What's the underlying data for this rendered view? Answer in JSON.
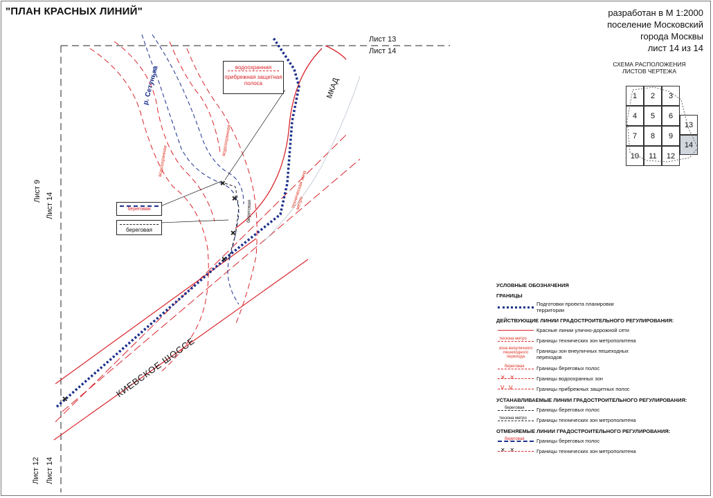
{
  "header": {
    "title": "\"ПЛАН КРАСНЫХ ЛИНИЙ\"",
    "scale_lines": [
      "разработан в М 1:2000",
      "поселение Московский",
      "города Москвы",
      "лист 14 из 14"
    ]
  },
  "sheet_scheme": {
    "title_lines": [
      "СХЕМА РАСПОЛОЖЕНИЯ",
      "ЛИСТОВ ЧЕРТЕЖА"
    ],
    "cells": [
      "1",
      "2",
      "3",
      "4",
      "5",
      "6",
      "7",
      "8",
      "9",
      "10",
      "11",
      "12",
      "13",
      "14"
    ]
  },
  "map_labels": {
    "sheet13": "Лист 13",
    "sheet14_top": "Лист 14",
    "sheet9": "Лист 9",
    "sheet14_left": "Лист 14",
    "sheet12": "Лист 12",
    "sheet14_bottom": "Лист 14",
    "river": "р. Сетунька",
    "mkad": "МКАД",
    "highway": "КИЕВСКОЕ ШОССЕ",
    "water_label_1": "водоохранная",
    "water_label_2": "водоохранная",
    "coast_label": "береговая",
    "metro_label": "техническая зона метро"
  },
  "callouts": {
    "water_zone_top": "водоохранная",
    "water_zone_bottom": "прибрежная защитная полоса",
    "coast_cancelled": "береговая",
    "coast_new": "береговая"
  },
  "legend": {
    "title": "УСЛОВНЫЕ ОБОЗНАЧЕНИЯ",
    "boundaries_head": "ГРАНИЦЫ",
    "boundary_item": "Подготовки проекта планировки территории",
    "existing_head": "ДЕЙСТВУЮЩИЕ ЛИНИИ ГРАДОСТРОИТЕЛЬНОГО РЕГУЛИРОВАНИЯ:",
    "existing_items": [
      {
        "sym": "",
        "text": "Красные линии улично-дорожной сети"
      },
      {
        "sym": "техзона метро",
        "text": "Границы технических зон метрополитена"
      },
      {
        "sym": "зона внеуличного пешеходного перехода",
        "text": "Границы зон внеуличных пешеходных переходов"
      },
      {
        "sym": "береговая",
        "text": "Границы береговых полос"
      },
      {
        "sym": "",
        "text": "Границы водоохранных зон"
      },
      {
        "sym": "",
        "text": "Границы прибрежных защитных полос"
      }
    ],
    "established_head": "УСТАНАВЛИВАЕМЫЕ ЛИНИИ ГРАДОСТРОИТЕЛЬНОГО РЕГУЛИРОВАНИЯ:",
    "established_items": [
      {
        "sym": "береговая",
        "text": "Границы береговых полос"
      },
      {
        "sym": "техзона метро",
        "text": "Границы технических зон метрополитена"
      }
    ],
    "cancelled_head": "ОТМЕНЯЕМЫЕ ЛИНИИ ГРАДОСТРОИТЕЛЬНОГО РЕГУЛИРОВАНИЯ:",
    "cancelled_items": [
      {
        "sym": "береговая",
        "text": "Границы береговых полос"
      },
      {
        "sym": "",
        "text": "Границы технических зон метрополитена"
      }
    ]
  },
  "colors": {
    "red": "#d8232a",
    "blue": "#1a2f8a",
    "dash": "#222222"
  }
}
